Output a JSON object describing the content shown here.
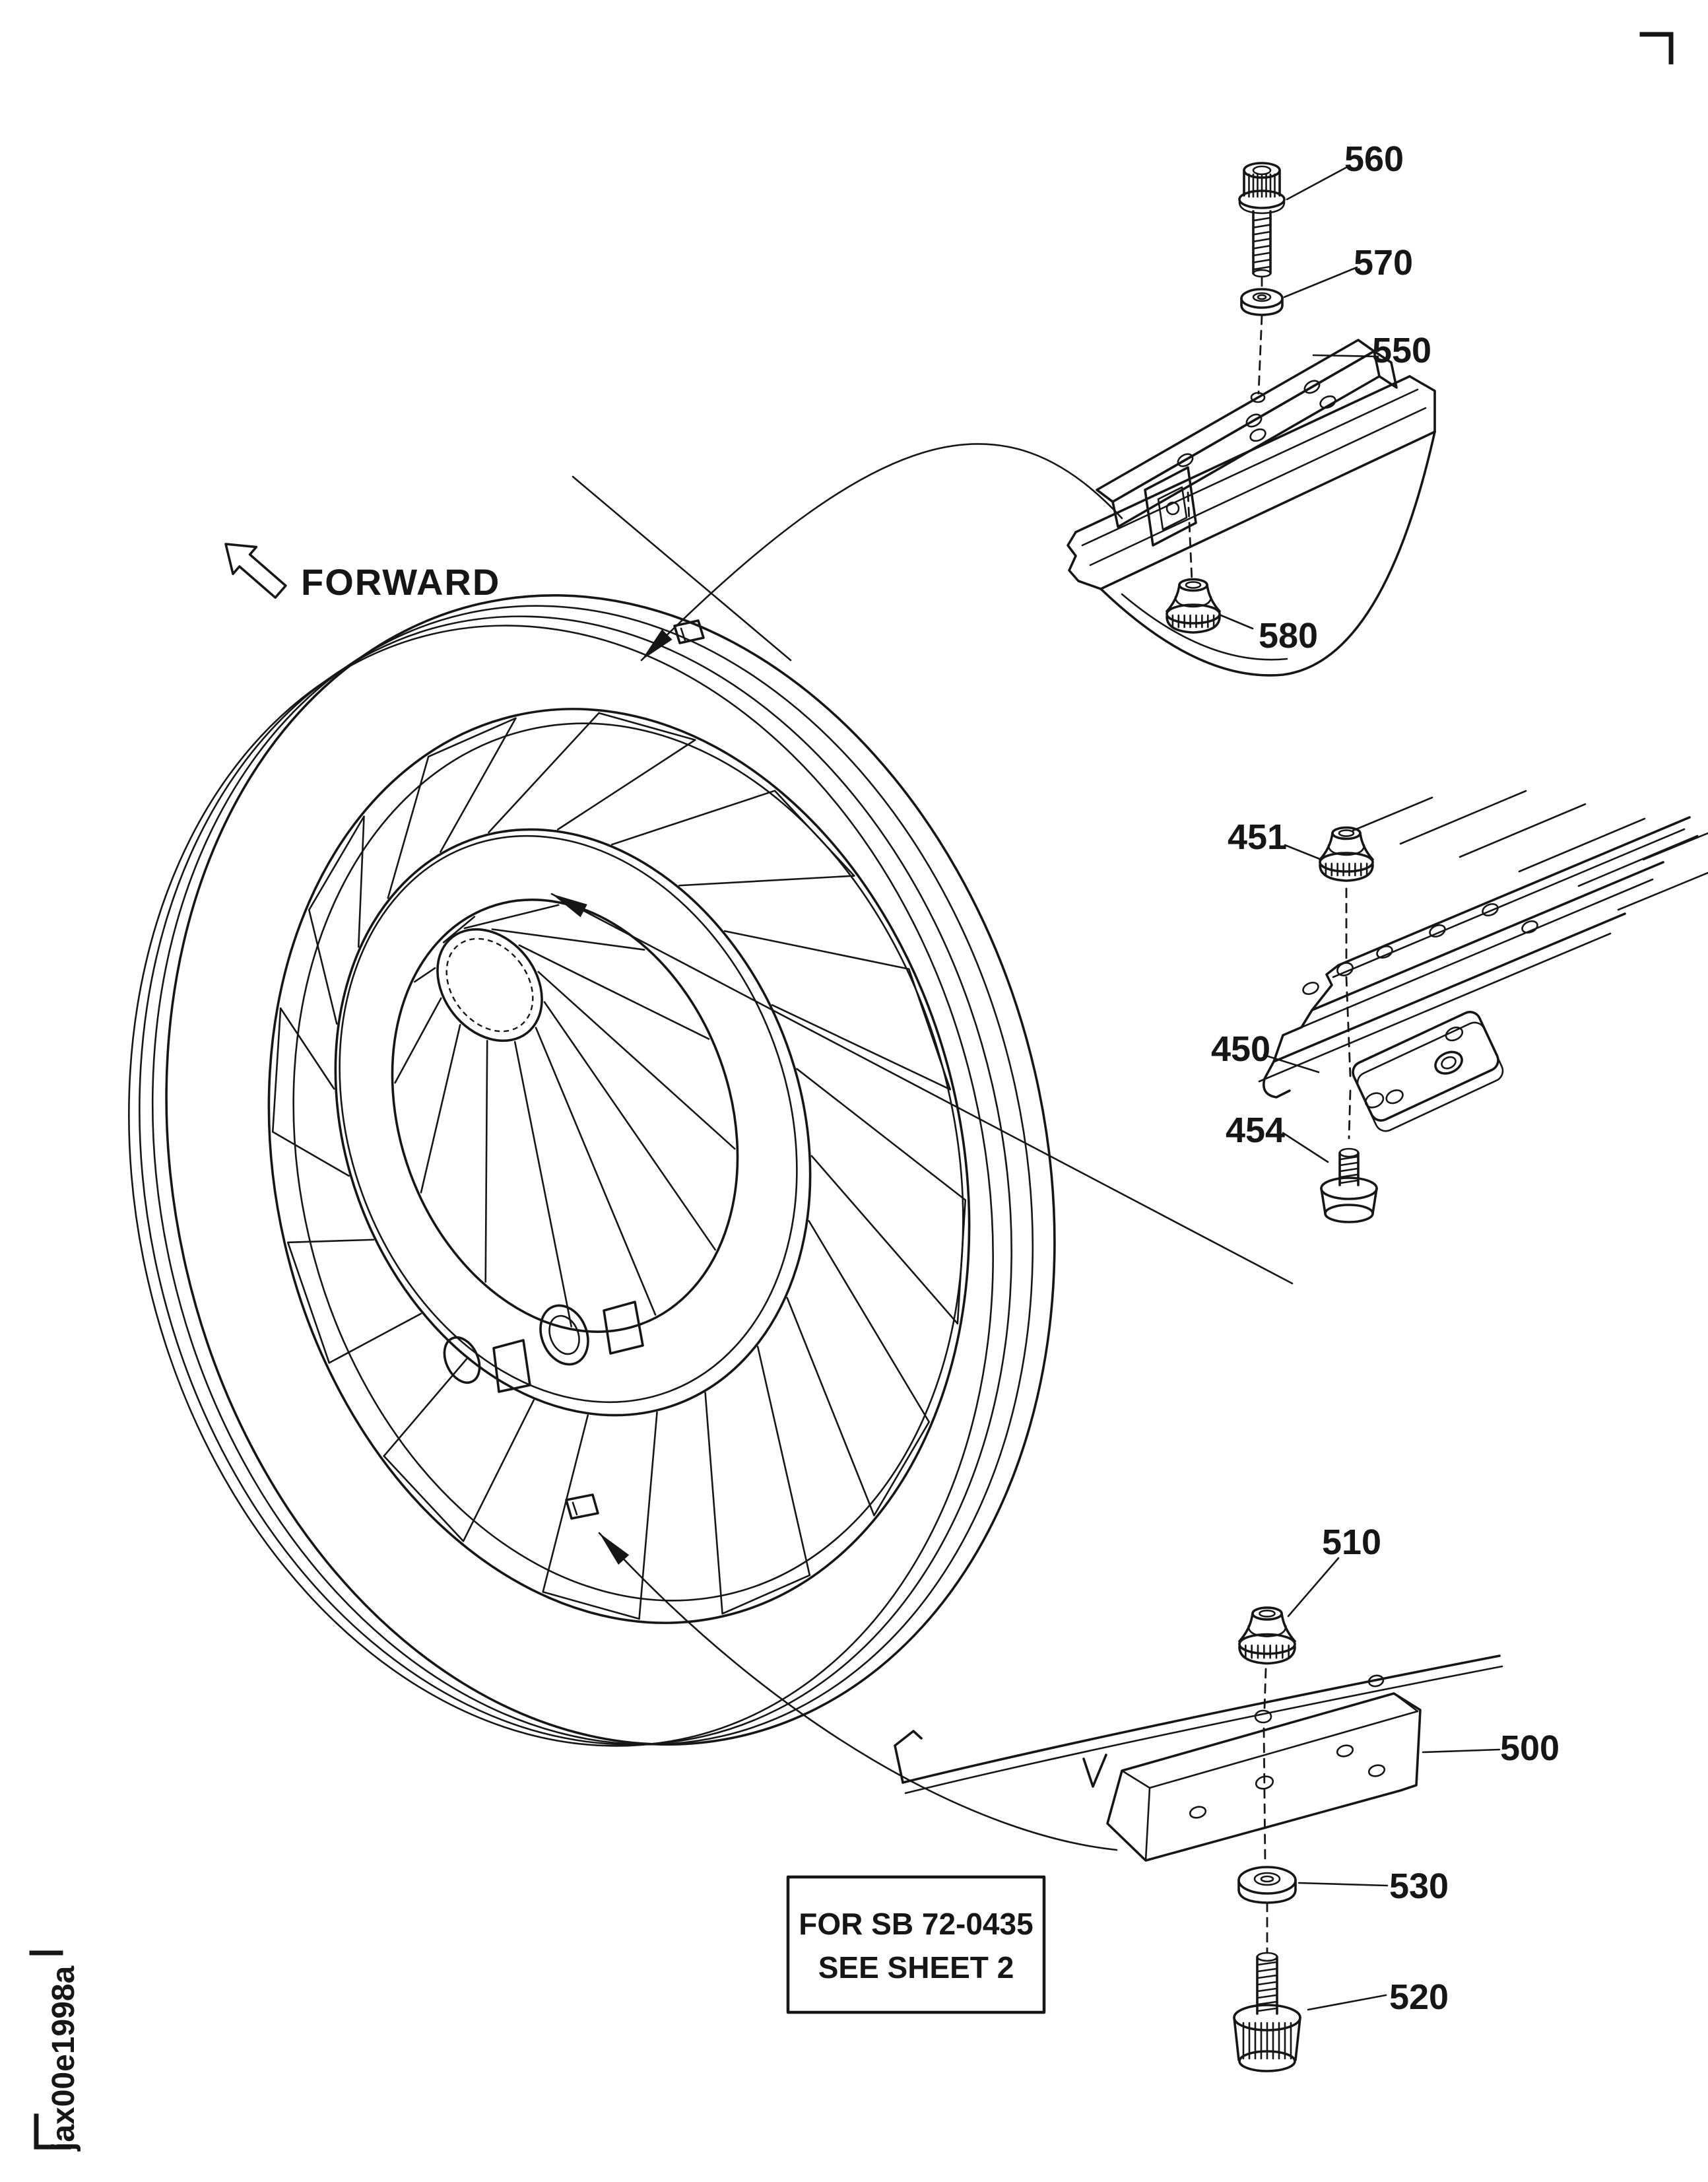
{
  "figure": {
    "kind": "exploded-parts-line-drawing",
    "title_labels": {
      "forward": "FORWARD"
    },
    "note_box": {
      "line1": "FOR SB 72-0435",
      "line2": "SEE SHEET 2"
    },
    "doc_id": "jax00e1998a",
    "callouts": [
      "560",
      "570",
      "550",
      "580",
      "451",
      "450",
      "454",
      "510",
      "500",
      "530",
      "520"
    ],
    "ink_color": "#161616",
    "paper_color": "#ffffff"
  }
}
